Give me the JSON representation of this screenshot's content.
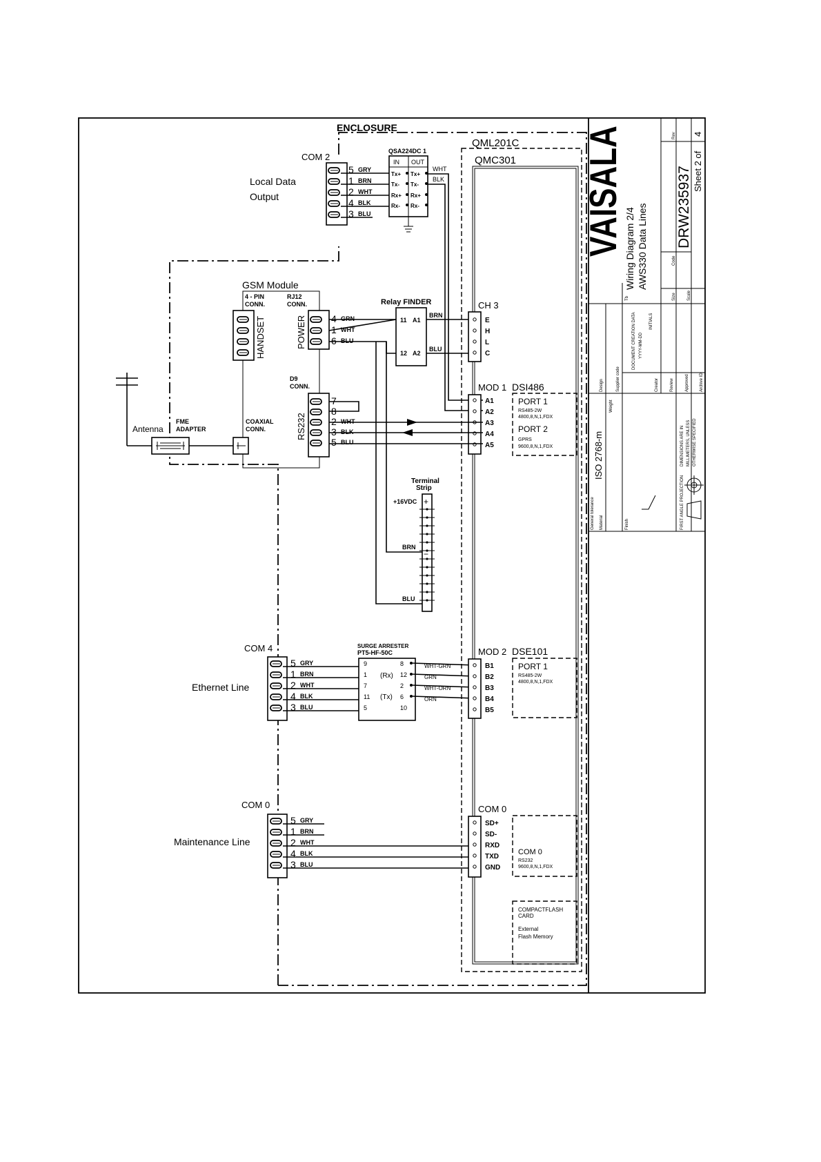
{
  "enclosure": "ENCLOSURE",
  "qml": "QML201C",
  "qmc": "QMC301",
  "com2": {
    "title": "COM 2",
    "label_line1": "Local Data",
    "label_line2": "Output",
    "pins": [
      {
        "num": "5",
        "color": "GRY"
      },
      {
        "num": "1",
        "color": "BRN"
      },
      {
        "num": "2",
        "color": "WHT"
      },
      {
        "num": "4",
        "color": "BLK"
      },
      {
        "num": "3",
        "color": "BLU"
      }
    ]
  },
  "qsa": {
    "title": "QSA224DC 1",
    "in": "IN",
    "out": "OUT",
    "in_pins": [
      "Tx+",
      "Tx-",
      "Rx+",
      "Rx-"
    ],
    "out_pins": [
      "Tx+",
      "Tx-",
      "Rx+",
      "Rx-"
    ],
    "out_wht": "WHT",
    "out_blk": "BLK"
  },
  "gsm": {
    "title": "GSM Module",
    "conn4_line1": "4 - PIN",
    "conn4_line2": "CONN.",
    "rj12_line1": "RJ12",
    "rj12_line2": "CONN.",
    "handset": "HANDSET",
    "power": "POWER",
    "d9_line1": "D9",
    "d9_line2": "CONN.",
    "rs232": "RS232",
    "coax_line1": "COAXIAL",
    "coax_line2": "CONN.",
    "power_pins": [
      {
        "num": "4",
        "color": "GRN"
      },
      {
        "num": "1",
        "color": "WHT"
      },
      {
        "num": "6",
        "color": "BLU"
      }
    ],
    "rs232_pins": [
      {
        "num": "7",
        "color": ""
      },
      {
        "num": "8",
        "color": ""
      },
      {
        "num": "2",
        "color": "WHT"
      },
      {
        "num": "3",
        "color": "BLK"
      },
      {
        "num": "5",
        "color": "BLU"
      }
    ]
  },
  "antenna": {
    "label": "Antenna",
    "fme_line1": "FME",
    "fme_line2": "ADAPTER"
  },
  "relay": {
    "title": "Relay FINDER",
    "p11": "11",
    "a1": "A1",
    "p12": "12",
    "a2": "A2",
    "brn": "BRN",
    "blu": "BLU"
  },
  "ch3": {
    "title": "CH 3",
    "pins": [
      "E",
      "H",
      "L",
      "C"
    ]
  },
  "mod1": {
    "title": "MOD 1",
    "name": "DSI486",
    "pins": [
      "A1",
      "A2",
      "A3",
      "A4",
      "A5"
    ],
    "port1": "PORT 1",
    "port1_l1": "RS485-2W",
    "port1_l2": "4800,8,N,1,FDX",
    "port2": "PORT 2",
    "port2_l1": "GPRS",
    "port2_l2": "9600,8,N,1,FDX"
  },
  "terminal": {
    "line1": "Terminal",
    "line2": "Strip",
    "vdc": "+16VDC",
    "plus": "+",
    "minus": "−",
    "brn": "BRN",
    "blu": "BLU"
  },
  "com4": {
    "title": "COM 4",
    "label": "Ethernet Line",
    "pins": [
      {
        "num": "5",
        "color": "GRY"
      },
      {
        "num": "1",
        "color": "BRN"
      },
      {
        "num": "2",
        "color": "WHT"
      },
      {
        "num": "4",
        "color": "BLK"
      },
      {
        "num": "3",
        "color": "BLU"
      }
    ]
  },
  "surge": {
    "title_line1": "SURGE ARRESTER",
    "title_line2": "PT5-HF-50C",
    "left": [
      "9",
      "1",
      "7",
      "11",
      "5"
    ],
    "right": [
      "8",
      "12",
      "2",
      "6",
      "10"
    ],
    "rx": "(Rx)",
    "tx": "(Tx)",
    "wires": [
      "WHT-GRN",
      "GRN",
      "WHT-ORN",
      "ORN"
    ]
  },
  "mod2": {
    "title": "MOD 2",
    "name": "DSE101",
    "pins": [
      "B1",
      "B2",
      "B3",
      "B4",
      "B5"
    ],
    "port1": "PORT 1",
    "port1_l1": "RS485-2W",
    "port1_l2": "4800,8,N,1,FDX"
  },
  "com0": {
    "title": "COM 0",
    "label": "Maintenance Line",
    "pins": [
      {
        "num": "5",
        "color": "GRY"
      },
      {
        "num": "1",
        "color": "BRN"
      },
      {
        "num": "2",
        "color": "WHT"
      },
      {
        "num": "4",
        "color": "BLK"
      },
      {
        "num": "3",
        "color": "BLU"
      }
    ]
  },
  "com0b": {
    "title": "COM 0",
    "pins": [
      "SD+",
      "SD-",
      "RXD",
      "TXD",
      "GND"
    ],
    "box_title": "COM 0",
    "box_l1": "RS232",
    "box_l2": "9600,8,N,1,FDX",
    "cf_l1": "COMPACTFLASH",
    "cf_l2": "CARD",
    "cf_l3": "External",
    "cf_l4": "Flash Memory"
  },
  "titleblock": {
    "logo": "VAISALA",
    "title1": "Wiring Diagram 2/4",
    "title2": "AWS330 Data Lines",
    "drawing_no": "DRW235937",
    "sheet": "Sheet 2 of",
    "sheet_total": "4",
    "standard": "ISO 2768-m",
    "rev": "Rev",
    "code": "Code",
    "size": "Size",
    "scale": "Scale",
    "tb": "Tb",
    "design": "Design",
    "supplier": "Supplier code",
    "creation": "DOCUMENT CREATION DATA",
    "date": "YYYY-MM-DD",
    "initials": "INITIALS",
    "creator": "Creator",
    "review": "Review",
    "approved": "Approved",
    "archive": "Archive ID",
    "weight": "Weight",
    "general": "General tolerance",
    "material": "Material",
    "finish": "Finish",
    "projection": "FIRST ANGLE PROJECTION",
    "dims1": "DIMENSIONS ARE IN",
    "dims2": "MILLIMETERS, UNLESS",
    "dims3": "OTHERWISE SPECIFIED"
  }
}
